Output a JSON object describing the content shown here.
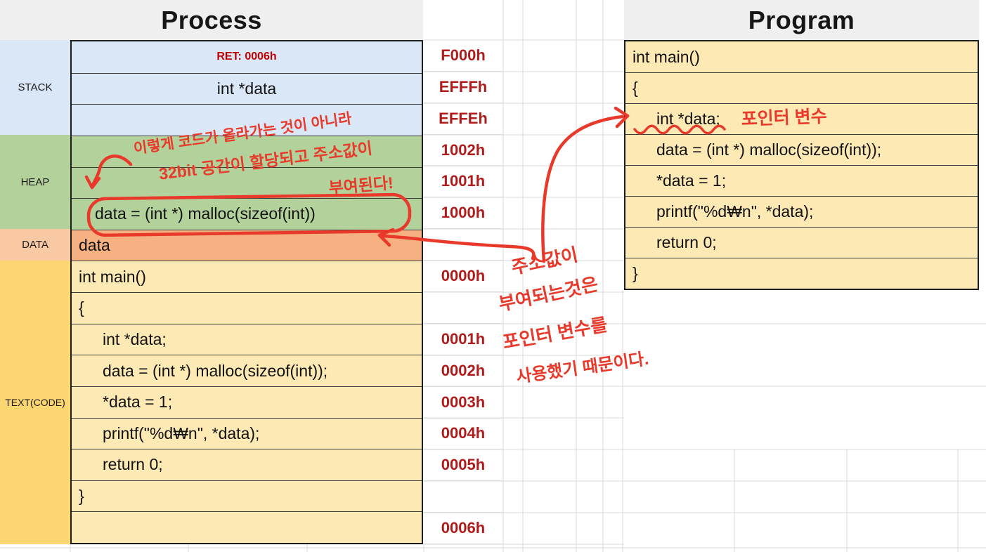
{
  "titles": {
    "process": "Process",
    "program": "Program"
  },
  "process": {
    "sections": [
      "STACK",
      "HEAP",
      "DATA",
      "TEXT(CODE)"
    ],
    "rows": [
      {
        "text": "RET: 0006h",
        "address": "F000h"
      },
      {
        "text": "int *data",
        "address": "EFFFh"
      },
      {
        "text": "",
        "address": "EFFEh"
      },
      {
        "text": "",
        "address": "1002h"
      },
      {
        "text": "",
        "address": "1001h"
      },
      {
        "text": "data = (int *) malloc(sizeof(int))",
        "address": "1000h"
      },
      {
        "text": "data",
        "address": ""
      },
      {
        "text": "int main()",
        "address": "0000h"
      },
      {
        "text": "{",
        "address": ""
      },
      {
        "text": "int *data;",
        "address": "0001h"
      },
      {
        "text": "data = (int *) malloc(sizeof(int));",
        "address": "0002h"
      },
      {
        "text": "*data = 1;",
        "address": "0003h"
      },
      {
        "text": "printf(\"%d₩n\", *data);",
        "address": "0004h"
      },
      {
        "text": "return 0;",
        "address": "0005h"
      },
      {
        "text": "}",
        "address": ""
      },
      {
        "text": "",
        "address": "0006h"
      }
    ]
  },
  "program": {
    "rows": [
      "int main()",
      "{",
      "int *data;",
      "data = (int *) malloc(sizeof(int));",
      "*data = 1;",
      "printf(\"%d₩n\", *data);",
      "return 0;",
      "}"
    ]
  },
  "annotations": {
    "heap_note_line1": "이렇게 코드가 올라가는 것이 아니라",
    "heap_note_line2": "32bit 공간이 할당되고 주소값이",
    "heap_note_line3": "부여된다!",
    "pointer_var_note": "포인터 변수",
    "reason_note_line1": "주소값이",
    "reason_note_line2": "부여되는것은",
    "reason_note_line3": "포인터 변수를",
    "reason_note_line4": "사용했기 때문이다."
  },
  "colors": {
    "annotation_red": "#e8392b",
    "address_red": "#b01b1b",
    "ret_red": "#c00000",
    "stack_blue": "#d9e7f6",
    "heap_green": "#b3d29b",
    "data_orange": "#f6b183",
    "data_label_orange": "#f9c9a3",
    "text_yellow": "#fce9b4",
    "text_label_yellow": "#fbd671",
    "header_gray": "#efefef"
  }
}
